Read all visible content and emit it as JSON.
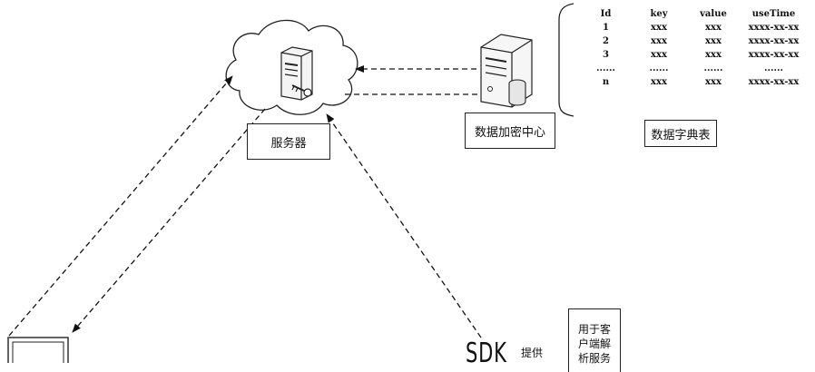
{
  "labels": {
    "server": "服务器",
    "encryption_center": "数据加密中心",
    "dictionary_table": "数据字典表",
    "sdk": "SDK",
    "provide": "提供",
    "sdk_usage": [
      "用于客",
      "户端解",
      "析服务"
    ]
  },
  "table": {
    "headers": [
      "Id",
      "key",
      "value",
      "useTime"
    ],
    "rows": [
      [
        "1",
        "xxx",
        "xxx",
        "xxxx-xx-xx"
      ],
      [
        "2",
        "xxx",
        "xxx",
        "xxxx-xx-xx"
      ],
      [
        "3",
        "xxx",
        "xxx",
        "xxxx-xx-xx"
      ],
      [
        "......",
        "......",
        "......",
        "......"
      ],
      [
        "n",
        "xxx",
        "xxx",
        "xxxx-xx-xx"
      ]
    ]
  },
  "icons": {
    "cloud": "cloud-icon",
    "server": "server-key-icon",
    "encryption_server": "server-database-icon",
    "client": "computer-terminal-icon"
  }
}
